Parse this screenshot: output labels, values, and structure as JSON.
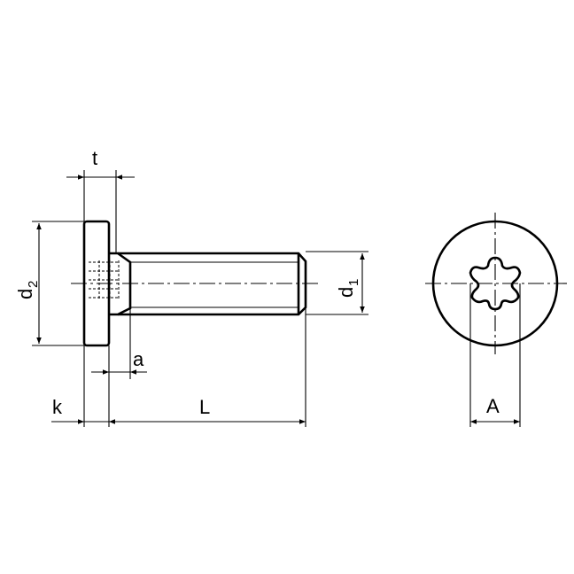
{
  "labels": {
    "t": "t",
    "d2_main": "d",
    "d2_sub": "2",
    "d1_main": "d",
    "d1_sub": "1",
    "a": "a",
    "k": "k",
    "L": "L",
    "A": "A"
  },
  "colors": {
    "line": "#000000",
    "background": "#ffffff"
  }
}
